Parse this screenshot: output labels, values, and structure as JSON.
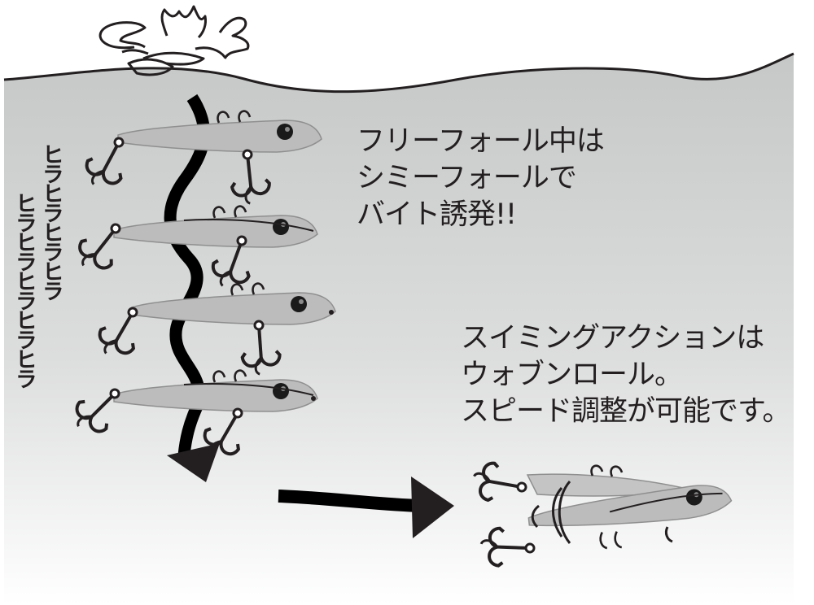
{
  "colors": {
    "water_top": "#c6c8c8",
    "water_bottom": "#ffffff",
    "lure_body": "#bcbcbc",
    "ink": "#231f20"
  },
  "flutter_text": {
    "line_1": "ヒラヒラヒラヒラ",
    "line_2": "ヒラヒラヒラヒラヒラ"
  },
  "free_fall_caption": {
    "line_1": "フリーフォール中は",
    "line_2": "シミーフォールで",
    "line_3": "バイト誘発!!"
  },
  "swimming_caption": {
    "line_1": "スイミングアクションは",
    "line_2": "ウォブンロール。",
    "line_3": "スピード調整が可能です。"
  },
  "icons": [
    "splash-icon",
    "fall-path-arrow-icon",
    "retrieve-arrow-icon",
    "treble-hook-icon",
    "lure-icon"
  ]
}
